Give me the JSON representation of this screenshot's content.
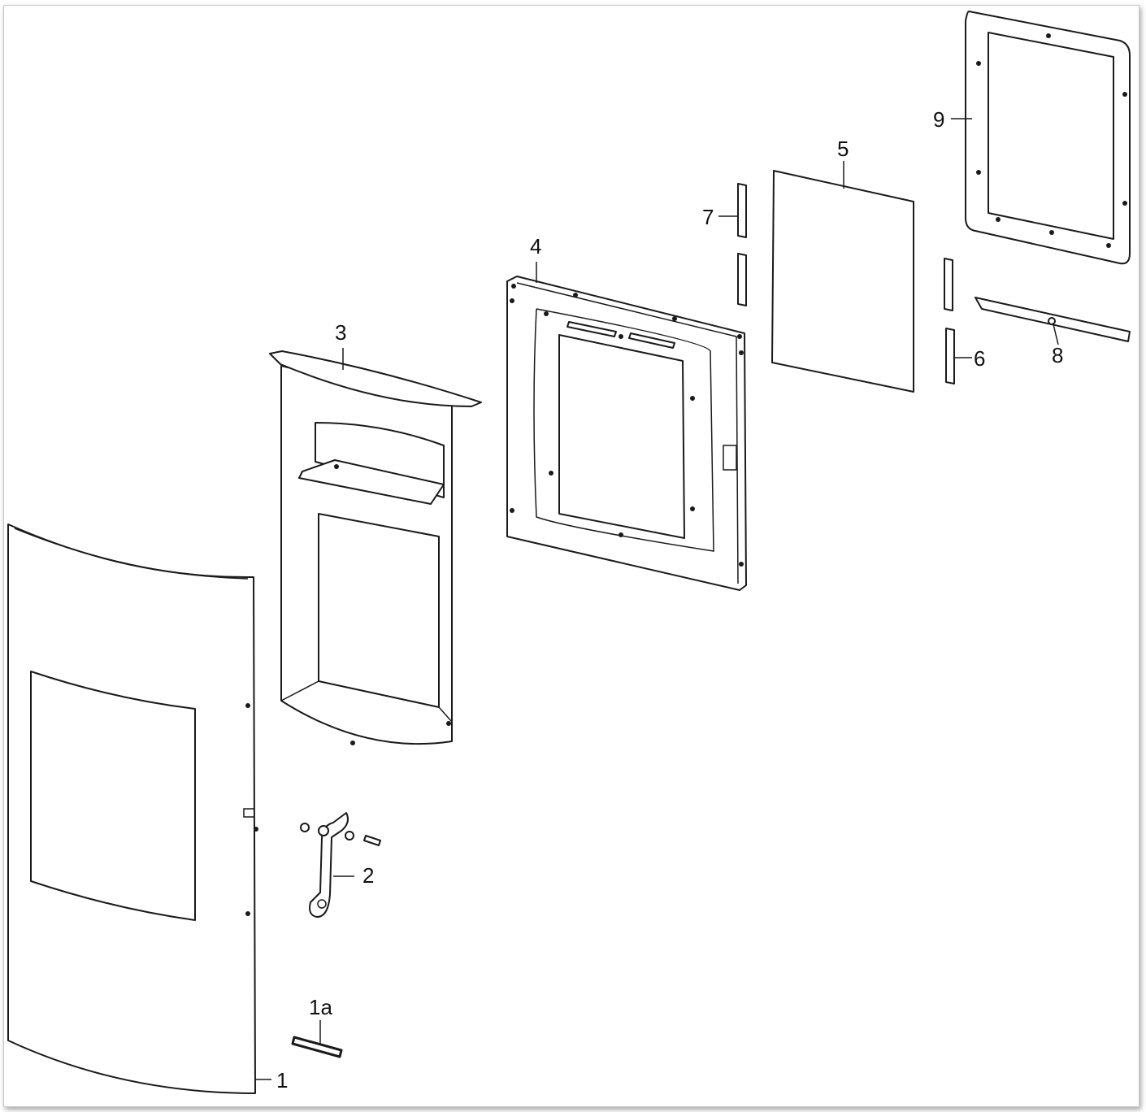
{
  "parts": [
    {
      "id": "1",
      "label": "1"
    },
    {
      "id": "1a",
      "label": "1a"
    },
    {
      "id": "2",
      "label": "2"
    },
    {
      "id": "3",
      "label": "3"
    },
    {
      "id": "4",
      "label": "4"
    },
    {
      "id": "5",
      "label": "5"
    },
    {
      "id": "6",
      "label": "6"
    },
    {
      "id": "7",
      "label": "7"
    },
    {
      "id": "8",
      "label": "8"
    },
    {
      "id": "9",
      "label": "9"
    }
  ]
}
